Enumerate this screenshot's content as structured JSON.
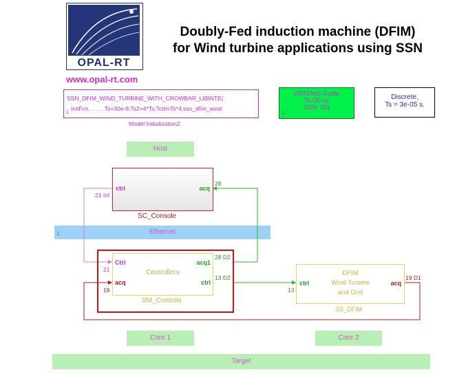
{
  "title_line1": "Doubly-Fed induction machine (DFIM)",
  "title_line2": "for Wind turbine applications using SSN",
  "logo_text": "OPAL-RT",
  "website": "www.opal-rt.com",
  "init_block": {
    "line1": "SSN_DFIM_WIND_TURBINE_WITH_CROWBAR_LIBINTE(",
    "line2": "InitFcn. . . . .   Ts=30e-6;Ts2=4*Ts;Tctrl=Ts*4;ssn_dfim_wind",
    "caption": "Model Initialization2"
  },
  "artemis": {
    "line1": "ARTEMiS Guide",
    "line2": "Ts=30 us",
    "line3": "SSN: ON"
  },
  "discrete": {
    "line1": "Discrete,",
    "line2": "Ts = 3e-05 s."
  },
  "host_label": "Host",
  "ethernet_label": "Ethernet",
  "core1_label": "Core 1",
  "core2_label": "Core 2",
  "target_label": "Target",
  "sc_console": {
    "name": "SC_Console",
    "port_in": "ctrl",
    "port_out": "acq",
    "sig_in": "21 Inf",
    "sig_out": "28"
  },
  "sm_controls": {
    "name": "SM_Controls",
    "inner": "Controllers",
    "port_ctrl": "Ctrl",
    "port_acq": "acq",
    "port_acq1": "acq1",
    "port_ctrl_out": "ctrl",
    "sig_ctrl_in": "21",
    "sig_acq_in": "19",
    "sig_acq1_out": "28 D2",
    "sig_ctrl_out": "13 D2"
  },
  "ss_dfim": {
    "name": "SS_DFIM",
    "line1": "DFIM",
    "line2": "Wind Turbine",
    "line3": "and Grid",
    "port_in": "ctrl",
    "port_out": "acq",
    "sig_in": "13",
    "sig_out": "19 D1"
  },
  "colors": {
    "magenta": "#d12ccf",
    "green_line": "#22c022",
    "red_line": "#c01818",
    "ethernet": "#9fd0f5",
    "host_green": "#b9efb5",
    "artemis_bg": "#00f24a"
  }
}
